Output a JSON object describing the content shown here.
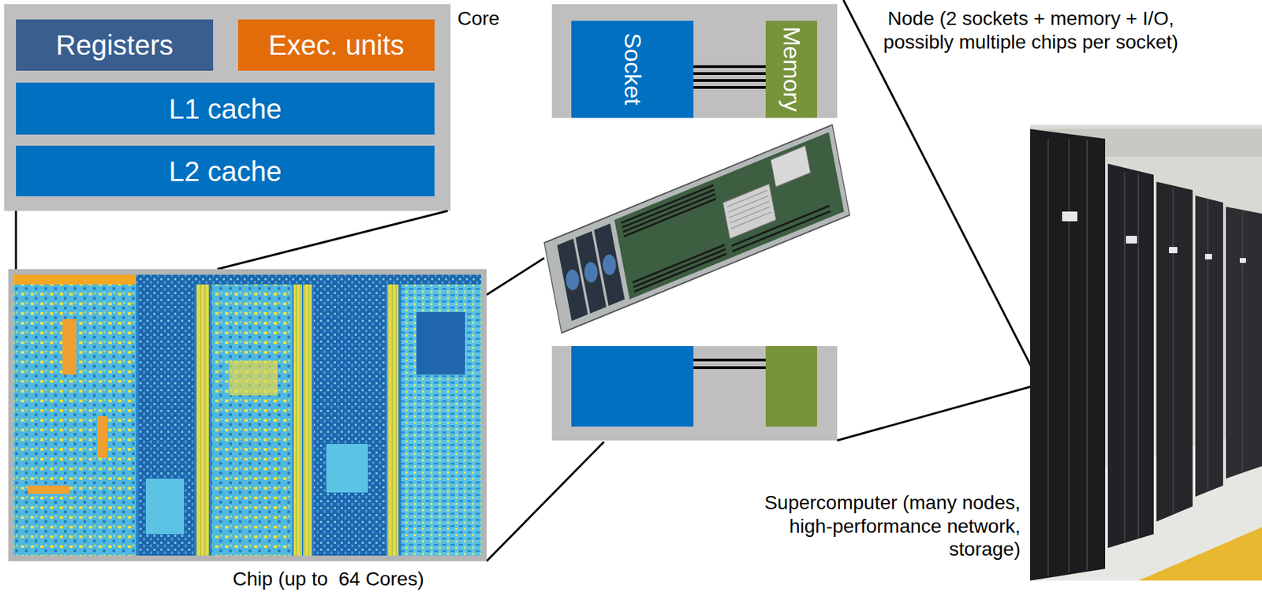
{
  "diagram": {
    "nodes": [
      {
        "text": [
          "Registers"
        ]
      },
      {
        "text": [
          "Exec. units"
        ]
      },
      {
        "text": [
          "L1 cache"
        ]
      },
      {
        "text": [
          "L2 cache"
        ]
      },
      {
        "text": [
          "Socket"
        ]
      },
      {
        "text": [
          "Memory"
        ]
      }
    ],
    "edges": [
      {
        "from": 4,
        "to": 5,
        "arrow": "none"
      }
    ],
    "labels": [
      "Core",
      "Node (2 sockets + memory + I/O, possibly multiple chips per socket)",
      "Supercomputer (many nodes, high-performance network, storage)",
      "Chip (up to  64 Cores)"
    ]
  }
}
